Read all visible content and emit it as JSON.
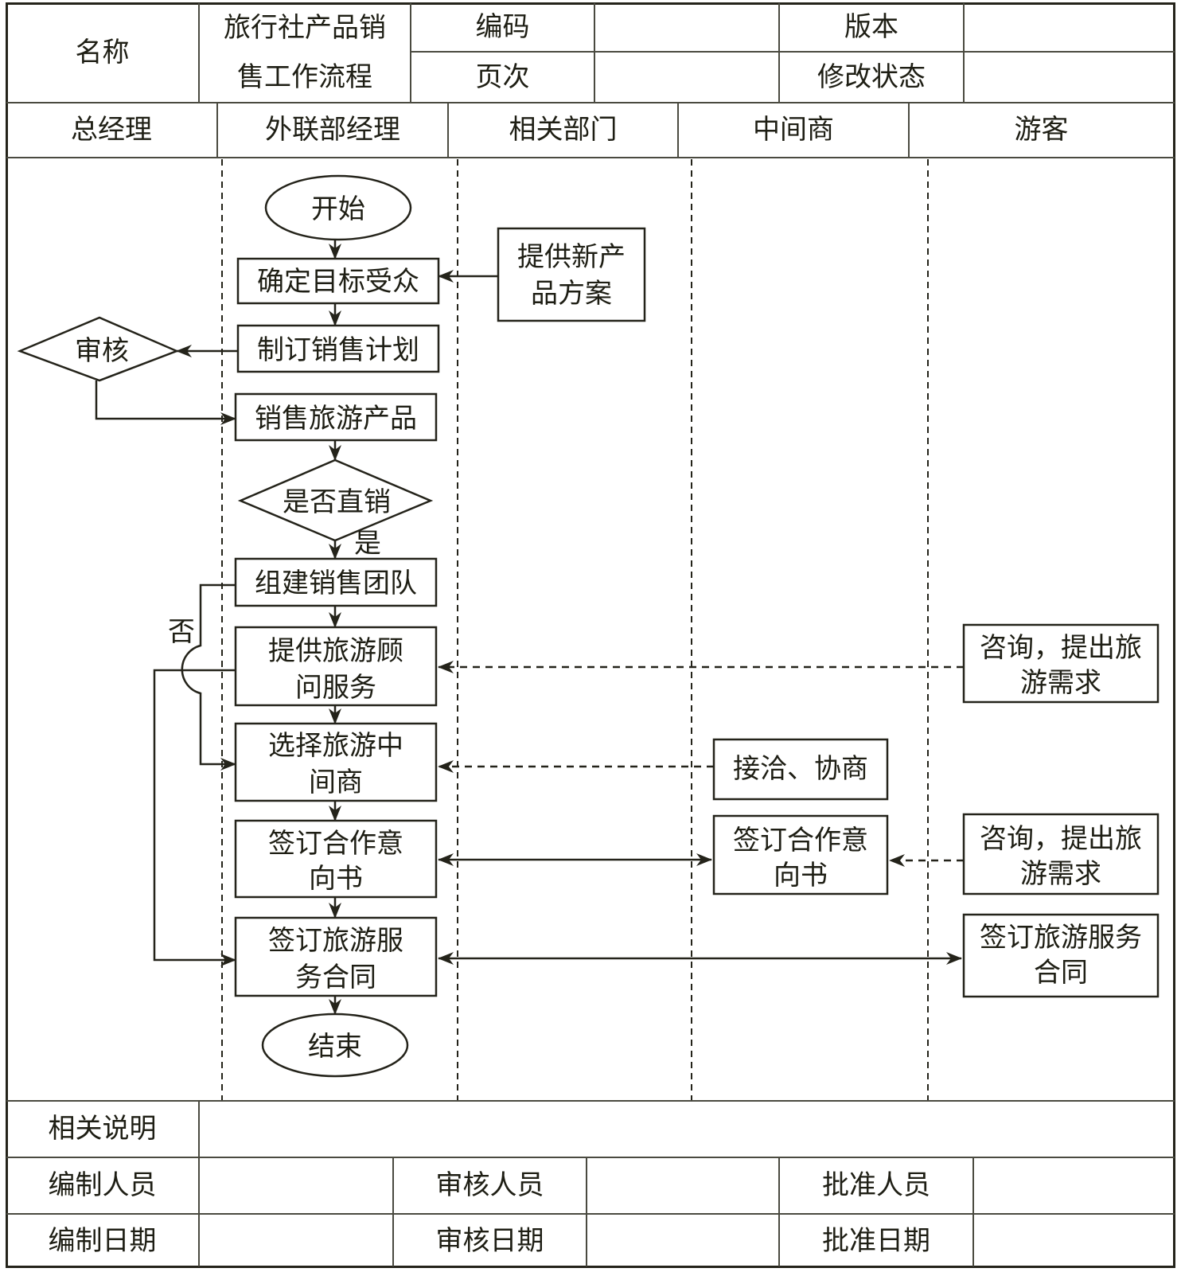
{
  "header": {
    "name_label": "名称",
    "name_value": "旅行社产品销\n售工作流程",
    "code_label": "编码",
    "code_value": "",
    "version_label": "版本",
    "version_value": "",
    "page_label": "页次",
    "page_value": "",
    "revision_label": "修改状态",
    "revision_value": ""
  },
  "lanes": [
    {
      "label": "总经理"
    },
    {
      "label": "外联部经理"
    },
    {
      "label": "相关部门"
    },
    {
      "label": "中间商"
    },
    {
      "label": "游客"
    }
  ],
  "nodes": {
    "start": "开始",
    "target_audience": "确定目标受众",
    "new_product_plan": "提供新产\n品方案",
    "sales_plan": "制订销售计划",
    "review": "审核",
    "sell_products": "销售旅游产品",
    "direct_sale": "是否直销",
    "sales_team": "组建销售团队",
    "consult_service": "提供旅游顾\n问服务",
    "tourist_inquiry_1": "咨询，提出旅\n游需求",
    "select_intermediary": "选择旅游中\n间商",
    "negotiate": "接洽、协商",
    "sign_intent_left": "签订合作意\n向书",
    "sign_intent_right": "签订合作意\n向书",
    "tourist_inquiry_2": "咨询，提出旅\n游需求",
    "sign_contract_left": "签订旅游服\n务合同",
    "sign_contract_right": "签订旅游服务\n合同",
    "end": "结束"
  },
  "branch_labels": {
    "yes": "是",
    "no": "否"
  },
  "footer": {
    "notes_label": "相关说明",
    "notes_value": "",
    "prepared_by_label": "编制人员",
    "prepared_by_value": "",
    "reviewed_by_label": "审核人员",
    "reviewed_by_value": "",
    "approved_by_label": "批准人员",
    "approved_by_value": "",
    "prepared_date_label": "编制日期",
    "prepared_date_value": "",
    "reviewed_date_label": "审核日期",
    "reviewed_date_value": "",
    "approved_date_label": "批准日期",
    "approved_date_value": ""
  },
  "colors": {
    "line": "#24231a",
    "grid": "#4a4a40",
    "text": "#1e1e14",
    "background": "#ffffff"
  }
}
